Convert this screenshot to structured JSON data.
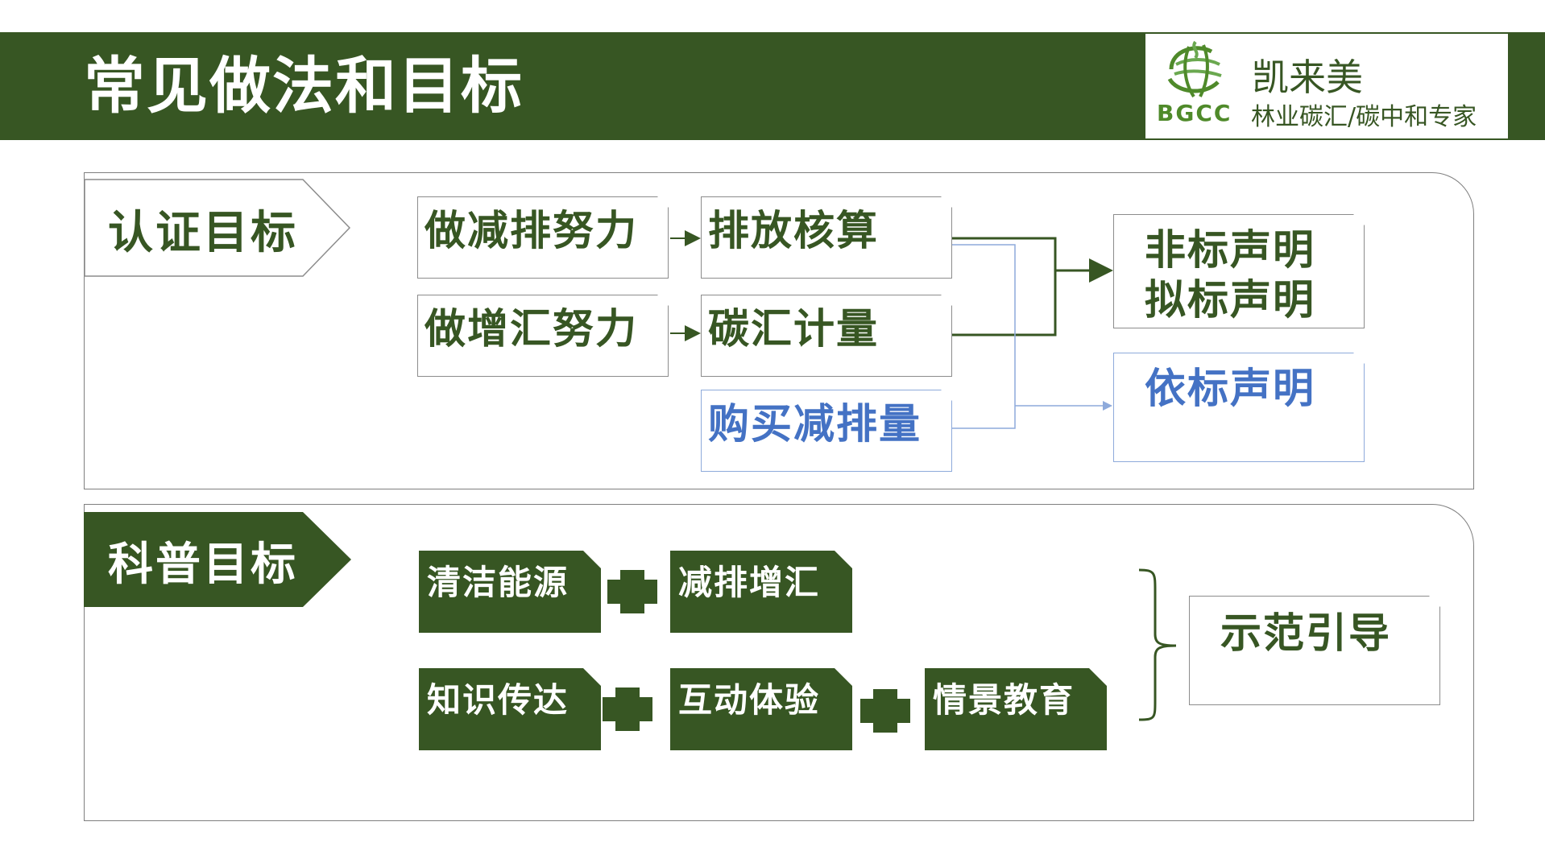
{
  "header": {
    "title": "常见做法和目标",
    "logo": {
      "name": "凯来美",
      "abbr": "BGCC",
      "tagline": "林业碳汇/碳中和专家"
    }
  },
  "certification": {
    "label": "认证目标",
    "efforts": [
      "做减排努力",
      "做增汇努力"
    ],
    "accounting": [
      "排放核算",
      "碳汇计量"
    ],
    "purchase": "购买减排量",
    "claims_primary": [
      "非标声明",
      "拟标声明"
    ],
    "claim_standard": "依标声明"
  },
  "science": {
    "label": "科普目标",
    "row1": [
      "清洁能源",
      "减排增汇"
    ],
    "row2": [
      "知识传达",
      "互动体验",
      "情景教育"
    ],
    "outcome": "示范引导"
  },
  "colors": {
    "primary_green": "#375623",
    "accent_blue": "#4472c4",
    "light_blue": "#8eaadb",
    "border_gray": "#8c8c8c"
  }
}
